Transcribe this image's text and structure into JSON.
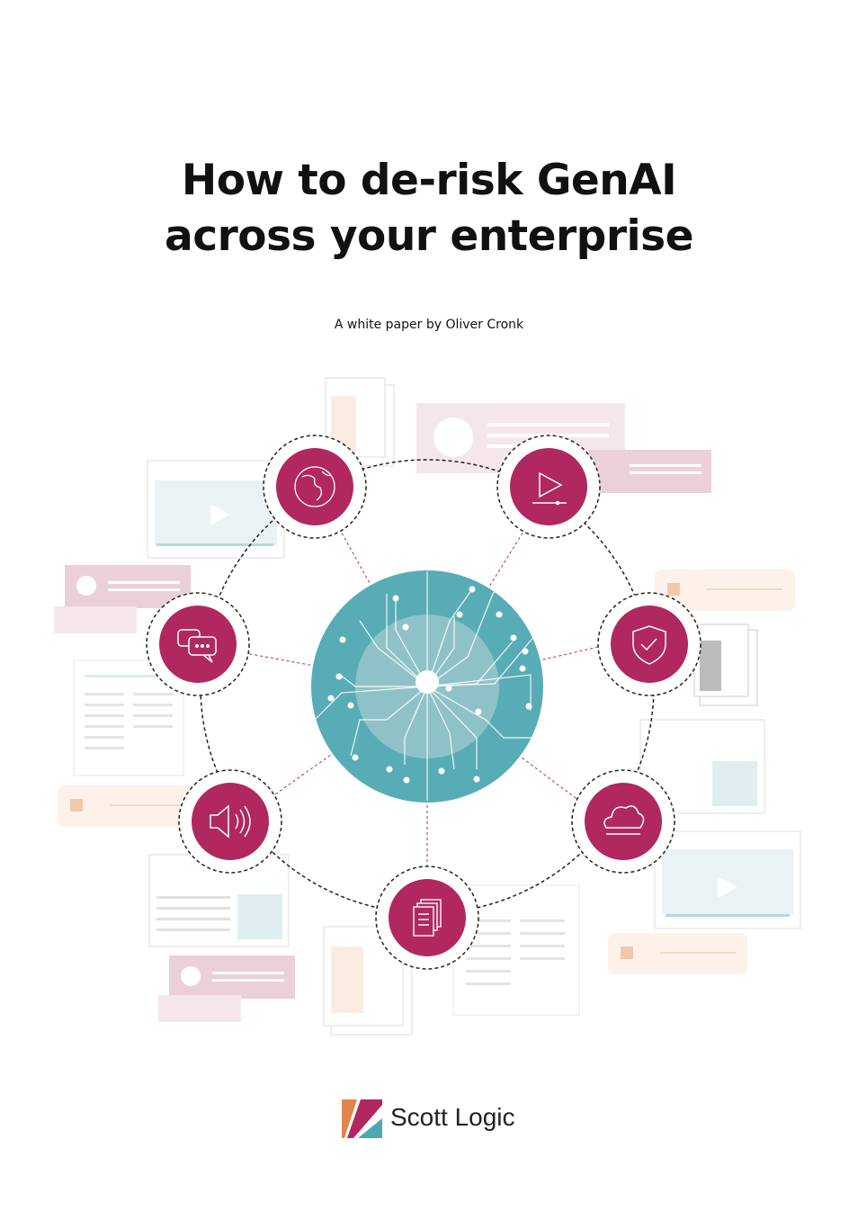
{
  "cover": {
    "title_line1": "How to de-risk GenAI",
    "title_line2": "across your enterprise",
    "subtitle": "A white paper by Oliver Cronk"
  },
  "logo": {
    "name": "Scott Logic"
  },
  "colors": {
    "accent": "#b0285f",
    "teal": "#58acb6",
    "peach": "#fbece2",
    "pink": "#ebd0da"
  },
  "diagram": {
    "nodes": [
      "globe-icon",
      "play-icon",
      "chat-icon",
      "shield-icon",
      "speaker-icon",
      "cloud-icon",
      "document-icon"
    ]
  }
}
